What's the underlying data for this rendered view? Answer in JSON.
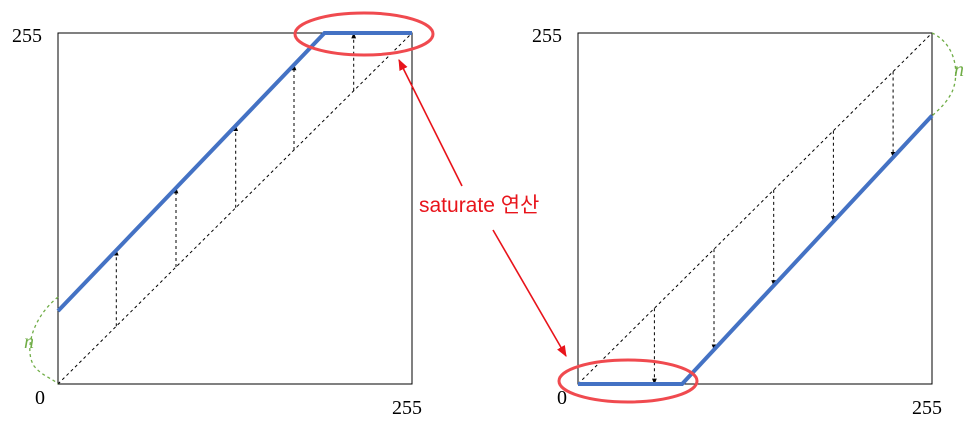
{
  "annotation": {
    "label": "saturate 연산",
    "color": "#e8141b"
  },
  "colors": {
    "mapping_line": "#4472c4",
    "identity_line": "#000000",
    "offset_curve": "#70ad47",
    "highlight_ellipse": "#f04a4f"
  },
  "panels": [
    {
      "id": "left",
      "operation": "add",
      "offset_symbol": "n",
      "axis_min": 0,
      "axis_max": 255,
      "labels": {
        "origin": "0",
        "y_max": "255",
        "x_max": "255"
      },
      "mapping_points": [
        [
          0,
          53
        ],
        [
          192,
          255
        ],
        [
          255,
          255
        ]
      ],
      "arrow_x_values": [
        42,
        85,
        128,
        170,
        213
      ]
    },
    {
      "id": "right",
      "operation": "subtract",
      "offset_symbol": "n",
      "axis_min": 0,
      "axis_max": 255,
      "labels": {
        "origin": "0",
        "y_max": "255",
        "x_max": "255"
      },
      "mapping_points": [
        [
          0,
          0
        ],
        [
          75,
          0
        ],
        [
          255,
          195
        ]
      ],
      "arrow_x_values": [
        55,
        98,
        141,
        184,
        227
      ]
    }
  ]
}
